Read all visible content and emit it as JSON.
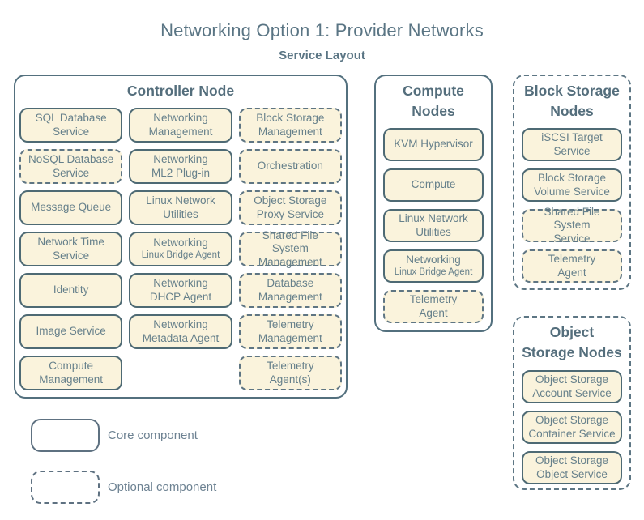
{
  "page": {
    "title": "Networking Option 1: Provider Networks",
    "subtitle": "Service Layout"
  },
  "colors": {
    "box_fill": "#faf3dc",
    "border_core": "#4e6a74",
    "border_optional": "#5e7583",
    "group_border": "#53707e",
    "text": "#66808b",
    "group_title_text": "#546e7c",
    "page_title_text": "#5a7584"
  },
  "legend": {
    "core_label": "Core component",
    "optional_label": "Optional component"
  },
  "groups": {
    "controller": {
      "title": "Controller Node",
      "services": [
        {
          "label": "SQL Database\nService",
          "type": "core"
        },
        {
          "label": "Networking\nManagement",
          "type": "core"
        },
        {
          "label": "Block Storage\nManagement",
          "type": "optional"
        },
        {
          "label": "NoSQL Database\nService",
          "type": "optional"
        },
        {
          "label": "Networking\nML2 Plug-in",
          "type": "core"
        },
        {
          "label": "Orchestration",
          "type": "optional"
        },
        {
          "label": "Message Queue",
          "type": "core"
        },
        {
          "label": "Linux Network\nUtilities",
          "type": "core"
        },
        {
          "label": "Object Storage\nProxy Service",
          "type": "optional"
        },
        {
          "label": "Network Time\nService",
          "type": "core"
        },
        {
          "label": "Networking",
          "sublabel": "Linux Bridge Agent",
          "type": "core"
        },
        {
          "label": "Shared File System\nManagement",
          "type": "optional"
        },
        {
          "label": "Identity",
          "type": "core"
        },
        {
          "label": "Networking\nDHCP Agent",
          "type": "core"
        },
        {
          "label": "Database\nManagement",
          "type": "optional"
        },
        {
          "label": "Image Service",
          "type": "core"
        },
        {
          "label": "Networking\nMetadata Agent",
          "type": "core"
        },
        {
          "label": "Telemetry\nManagement",
          "type": "optional"
        },
        {
          "label": "Compute\nManagement",
          "type": "core"
        },
        {
          "label": "",
          "type": "empty"
        },
        {
          "label": "Telemetry\nAgent(s)",
          "type": "optional"
        }
      ]
    },
    "compute": {
      "title": "Compute\nNodes",
      "services": [
        {
          "label": "KVM Hypervisor",
          "type": "core"
        },
        {
          "label": "Compute",
          "type": "core"
        },
        {
          "label": "Linux Network\nUtilities",
          "type": "core"
        },
        {
          "label": "Networking",
          "sublabel": "Linux Bridge Agent",
          "type": "core"
        },
        {
          "label": "Telemetry\nAgent",
          "type": "optional"
        }
      ]
    },
    "block_storage": {
      "title": "Block Storage\nNodes",
      "services": [
        {
          "label": "iSCSI Target\nService",
          "type": "core"
        },
        {
          "label": "Block Storage\nVolume Service",
          "type": "core"
        },
        {
          "label": "Shared File System\nService",
          "type": "optional"
        },
        {
          "label": "Telemetry\nAgent",
          "type": "optional"
        }
      ]
    },
    "object_storage": {
      "title": "Object\nStorage Nodes",
      "services": [
        {
          "label": "Object Storage\nAccount Service",
          "type": "core"
        },
        {
          "label": "Object Storage\nContainer Service",
          "type": "core"
        },
        {
          "label": "Object Storage\nObject Service",
          "type": "core"
        }
      ]
    }
  }
}
